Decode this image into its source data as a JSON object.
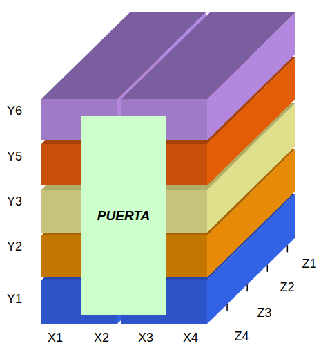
{
  "diagram": {
    "nodes": [
      {
        "text": [
          "PUERTA"
        ]
      }
    ],
    "labels": [
      "Y6",
      "Y5",
      "Y3",
      "Y2",
      "Y1",
      "X1",
      "X2",
      "X3",
      "X4",
      "Z1",
      "Z2",
      "Z3",
      "Z4"
    ]
  }
}
